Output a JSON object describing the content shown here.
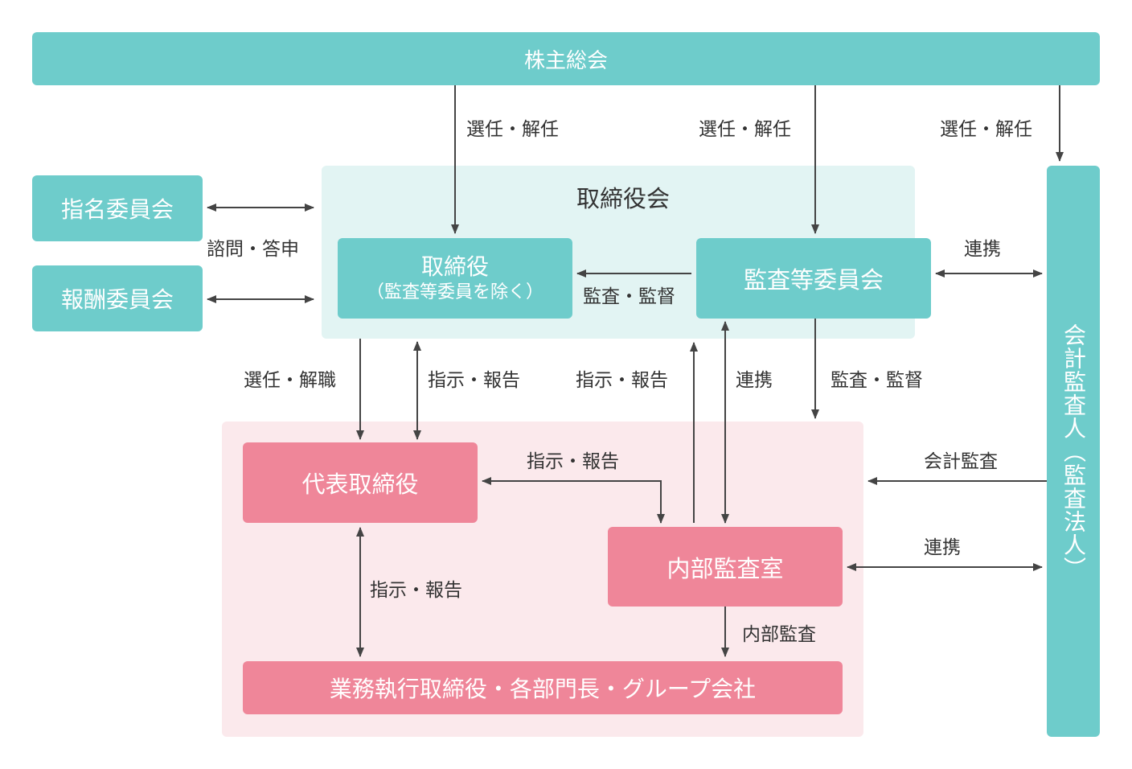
{
  "nodes": {
    "shareholders": "株主総会",
    "nomination_committee": "指名委員会",
    "compensation_committee": "報酬委員会",
    "board": "取締役会",
    "directors": "取締役",
    "directors_sub": "（監査等委員を除く）",
    "audit_committee": "監査等委員会",
    "accounting_auditor": "会計監査人（監査法人）",
    "representative_director": "代表取締役",
    "internal_audit_office": "内部監査室",
    "executive_officers": "業務執行取締役・各部門長・グループ会社"
  },
  "labels": {
    "appoint_dismiss_directors": "選任・解任",
    "appoint_dismiss_audit": "選任・解任",
    "appoint_dismiss_auditor": "選任・解任",
    "consult_report": "諮問・答申",
    "audit_supervise_board": "監査・監督",
    "cooperate_auditor": "連携",
    "appoint_dismiss_rep": "選任・解職",
    "instruct_report_1": "指示・報告",
    "instruct_report_2": "指示・報告",
    "cooperate_internal": "連携",
    "audit_supervise_exec": "監査・監督",
    "instruct_report_3": "指示・報告",
    "accounting_audit": "会計監査",
    "cooperate_internal_auditor": "連携",
    "instruct_report_4": "指示・報告",
    "internal_audit": "内部監査"
  },
  "colors": {
    "teal": "#6ecccb",
    "pink": "#ef8699",
    "teal_zone": "#e2f4f3",
    "pink_zone": "#fbe9ec",
    "line": "#444444"
  }
}
